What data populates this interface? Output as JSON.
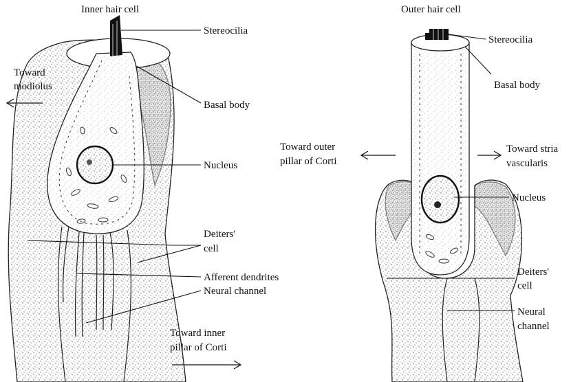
{
  "labels": {
    "inner_title": "Inner hair cell",
    "outer_title": "Outer hair cell",
    "inner_stereocilia": "Stereocilia",
    "inner_basal_body": "Basal body",
    "inner_nucleus": "Nucleus",
    "toward_modiolus_1": "Toward",
    "toward_modiolus_2": "modiolus",
    "inner_deiters_1": "Deiters'",
    "inner_deiters_2": "cell",
    "afferent_dendrites": "Afferent dendrites",
    "inner_neural_channel": "Neural channel",
    "toward_inner_pillar_1": "Toward inner",
    "toward_inner_pillar_2": "pillar of Corti",
    "outer_stereocilia": "Stereocilia",
    "outer_basal_body": "Basal body",
    "toward_outer_pillar_1": "Toward outer",
    "toward_outer_pillar_2": "pillar of Corti",
    "toward_stria_1": "Toward stria",
    "toward_stria_2": "vascularis",
    "outer_nucleus": "Nucleus",
    "outer_deiters_1": "Deiters'",
    "outer_deiters_2": "cell",
    "outer_neural_1": "Neural",
    "outer_neural_2": "channel"
  }
}
